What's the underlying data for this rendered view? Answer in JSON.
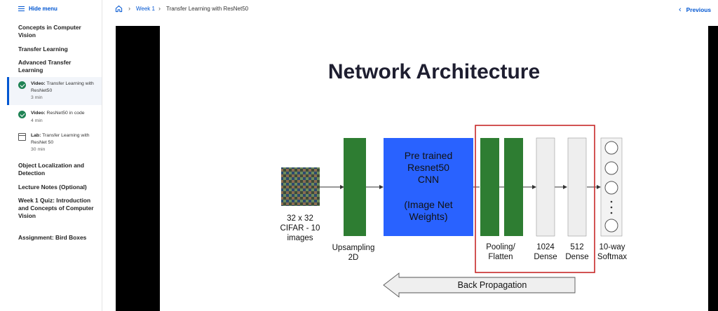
{
  "sidebar": {
    "hide_menu": "Hide menu",
    "sections": [
      "Concepts in Computer Vision",
      "Transfer Learning",
      "Advanced Transfer Learning"
    ],
    "items": [
      {
        "type": "Video:",
        "title": "Transfer Learning with ResNet50",
        "duration": "3 min",
        "status": "completed",
        "active": true
      },
      {
        "type": "Video:",
        "title": "ResNet50 in code",
        "duration": "4 min",
        "status": "completed",
        "active": false
      },
      {
        "type": "Lab:",
        "title": "Transfer Learning with ResNet 50",
        "duration": "30 min",
        "status": "lab",
        "active": false
      }
    ],
    "sections_after": [
      "Object Localization and Detection",
      "Lecture Notes (Optional)",
      "Week 1 Quiz: Introduction and Concepts of Computer Vision",
      "Assignment: Bird Boxes"
    ]
  },
  "breadcrumb": {
    "week": "Week 1",
    "current": "Transfer Learning with ResNet50"
  },
  "nav": {
    "previous": "Previous"
  },
  "slide": {
    "title": "Network Architecture",
    "input_label": [
      "32 x 32",
      "CIFAR - 10",
      "images"
    ],
    "upsampling_label": [
      "Upsampling",
      "2D"
    ],
    "cnn_label": [
      "Pre trained",
      "Resnet50",
      "CNN",
      "",
      "(Image Net",
      "Weights)"
    ],
    "pooling_label": [
      "Pooling/",
      "Flatten"
    ],
    "dense1024_label": [
      "1024",
      "Dense"
    ],
    "dense512_label": [
      "512",
      "Dense"
    ],
    "softmax_label": [
      "10-way",
      "Softmax"
    ],
    "backprop_label": "Back Propagation",
    "colors": {
      "green": "#2e7d32",
      "blue": "#2962ff",
      "red_box": "#c62828",
      "dense_fill": "#eeeeee"
    }
  }
}
